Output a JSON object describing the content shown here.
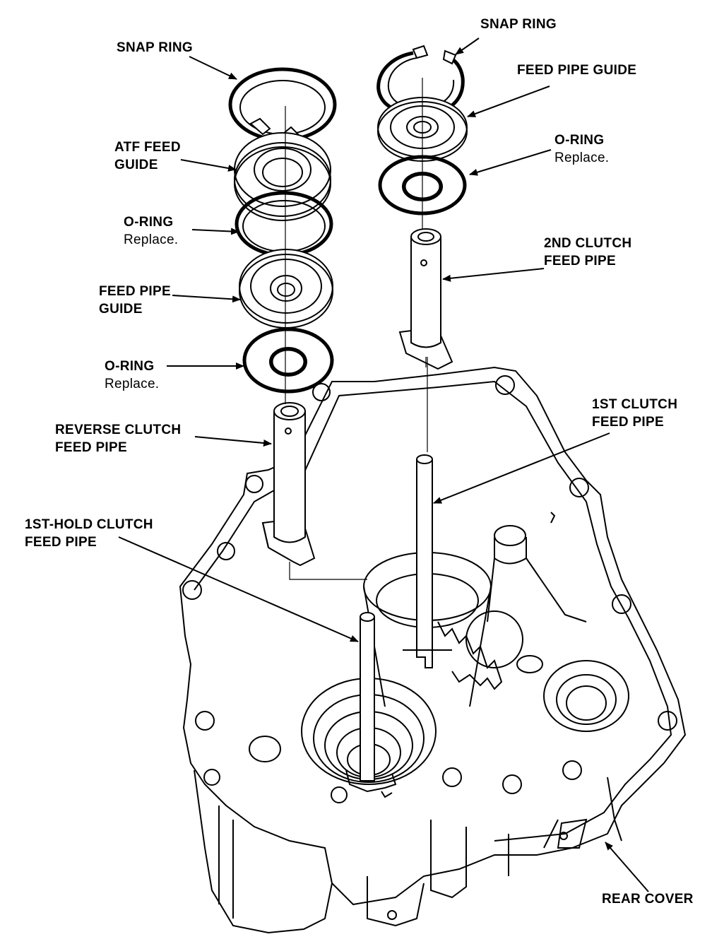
{
  "labels": {
    "snap_ring_left": "SNAP RING",
    "snap_ring_right": "SNAP RING",
    "atf_feed_guide": [
      "ATF FEED",
      "GUIDE"
    ],
    "feed_pipe_guide_right": "FEED PIPE GUIDE",
    "o_ring_right": [
      "O-RING",
      "Replace."
    ],
    "o_ring_left_upper": [
      "O-RING",
      "Replace."
    ],
    "second_clutch_feed_pipe": [
      "2ND CLUTCH",
      "FEED PIPE"
    ],
    "feed_pipe_guide_left": [
      "FEED PIPE",
      "GUIDE"
    ],
    "o_ring_left_lower": [
      "O-RING",
      "Replace."
    ],
    "first_clutch_feed_pipe": [
      "1ST CLUTCH",
      "FEED PIPE"
    ],
    "reverse_clutch_feed_pipe": [
      "REVERSE CLUTCH",
      "FEED PIPE"
    ],
    "first_hold_clutch_feed_pipe": [
      "1ST-HOLD CLUTCH",
      "FEED PIPE"
    ],
    "rear_cover": "REAR COVER"
  }
}
